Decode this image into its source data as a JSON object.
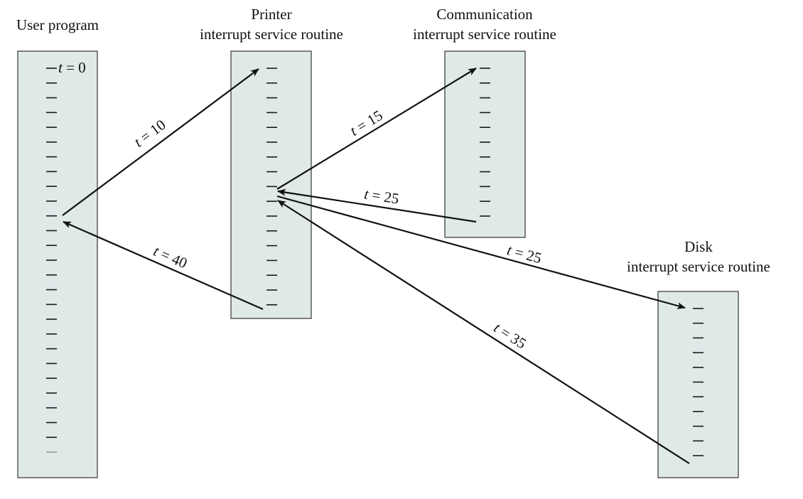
{
  "columns": {
    "user": {
      "title": [
        "User program"
      ]
    },
    "printer": {
      "title": [
        "Printer",
        "interrupt service routine"
      ]
    },
    "comm": {
      "title": [
        "Communication",
        "interrupt service routine"
      ]
    },
    "disk": {
      "title": [
        "Disk",
        "interrupt service routine"
      ]
    }
  },
  "start_label": {
    "var": "t",
    "rest": " = 0"
  },
  "transfers": [
    {
      "var": "t",
      "value": "10"
    },
    {
      "var": "t",
      "value": "15"
    },
    {
      "var": "t",
      "value": "25"
    },
    {
      "var": "t",
      "value": "25"
    },
    {
      "var": "t",
      "value": "35"
    },
    {
      "var": "t",
      "value": "40"
    }
  ],
  "colors": {
    "box_fill": "#dfe9e8",
    "line": "#111111"
  }
}
